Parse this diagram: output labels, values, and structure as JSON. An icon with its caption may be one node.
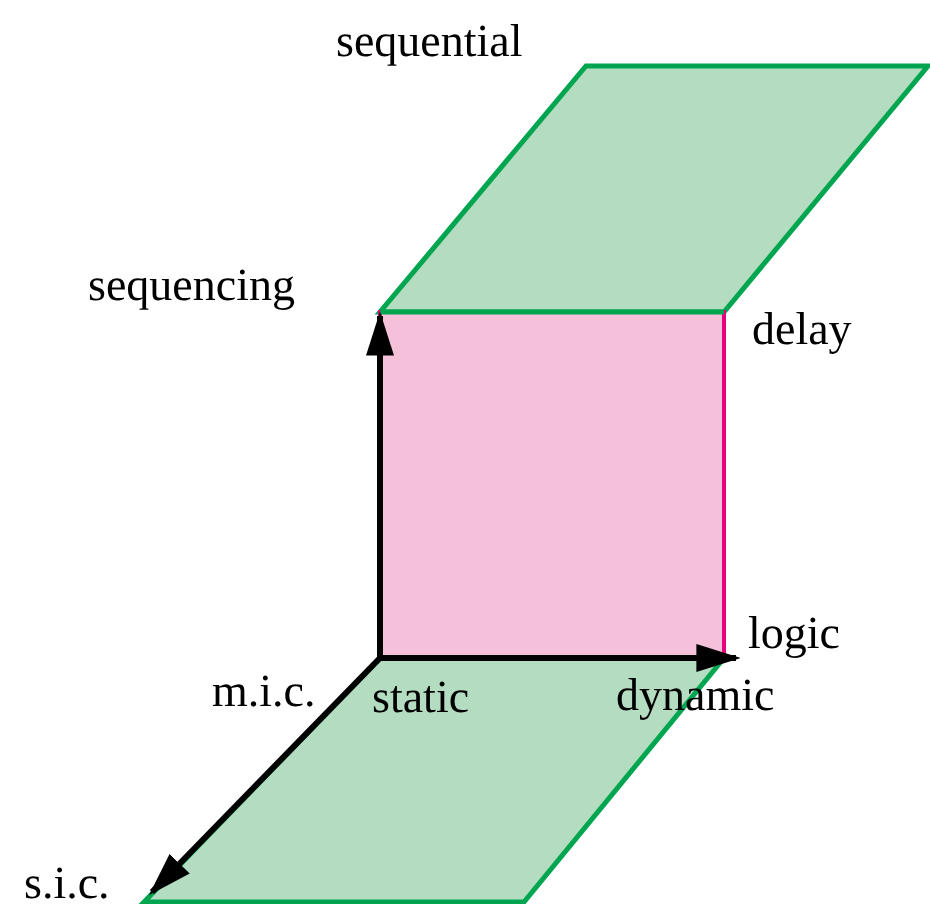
{
  "diagram": {
    "labels": [
      "sequential",
      "sequencing",
      "delay",
      "logic",
      "m.i.c.",
      "static",
      "dynamic",
      "s.i.c."
    ]
  }
}
